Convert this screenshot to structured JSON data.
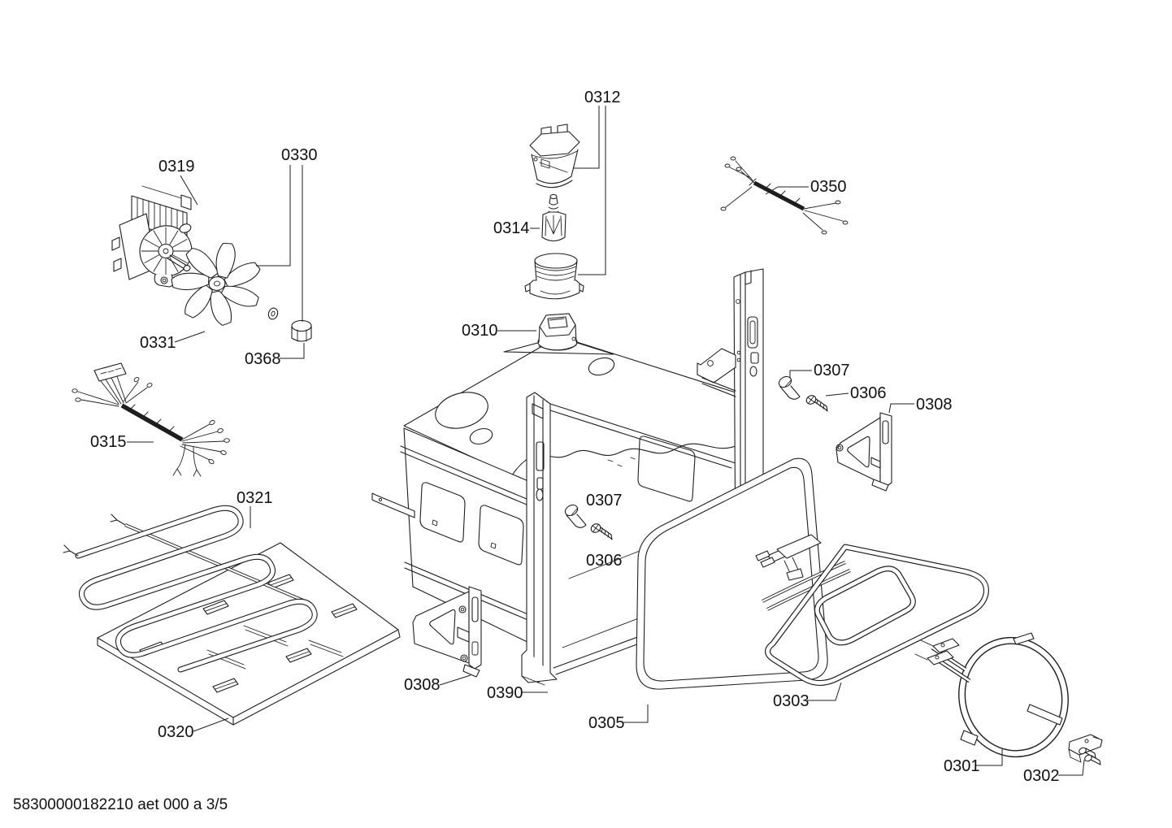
{
  "page": {
    "footer": "58300000182210 aet 000 a 3/5",
    "type": "appliance exploded parts diagram",
    "sheet": "3/5"
  },
  "colors": {
    "background": "#ffffff",
    "line": "#1e1e1e",
    "label": "#111111"
  },
  "labels": {
    "l0319": {
      "text": "0319",
      "part": "fan-motor"
    },
    "l0330": {
      "text": "0330",
      "part": "fan-assembly"
    },
    "l0331": {
      "text": "0331",
      "part": "fan-impeller"
    },
    "l0368": {
      "text": "0368",
      "part": "fastening-nut"
    },
    "l0312": {
      "text": "0312",
      "part": "lamp-socket-and-glass-cover"
    },
    "l0314": {
      "text": "0314",
      "part": "lamp-bulb"
    },
    "l0310": {
      "text": "0310",
      "part": "lamp-housing"
    },
    "l0350": {
      "text": "0350",
      "part": "cable-harness-small"
    },
    "l0315": {
      "text": "0315",
      "part": "cable-harness-main"
    },
    "l0321": {
      "text": "0321",
      "part": "bottom-heating-element"
    },
    "l0320": {
      "text": "0320",
      "part": "bottom-cover-plate"
    },
    "l0307m": {
      "text": "0307",
      "part": "spacer-sleeve"
    },
    "l0306m": {
      "text": "0306",
      "part": "fixing-screw"
    },
    "l0307r": {
      "text": "0307",
      "part": "spacer-sleeve"
    },
    "l0306r": {
      "text": "0306",
      "part": "fixing-screw"
    },
    "l0308r": {
      "text": "0308",
      "part": "mounting-bracket-right"
    },
    "l0308l": {
      "text": "0308",
      "part": "mounting-bracket-left"
    },
    "l0390": {
      "text": "0390",
      "part": "oven-cavity-front-frame"
    },
    "l0305": {
      "text": "0305",
      "part": "tube-frame"
    },
    "l0303": {
      "text": "0303",
      "part": "grill-heating-element"
    },
    "l0301": {
      "text": "0301",
      "part": "ring-heating-element"
    },
    "l0302": {
      "text": "0302",
      "part": "fixing-bracket"
    }
  }
}
